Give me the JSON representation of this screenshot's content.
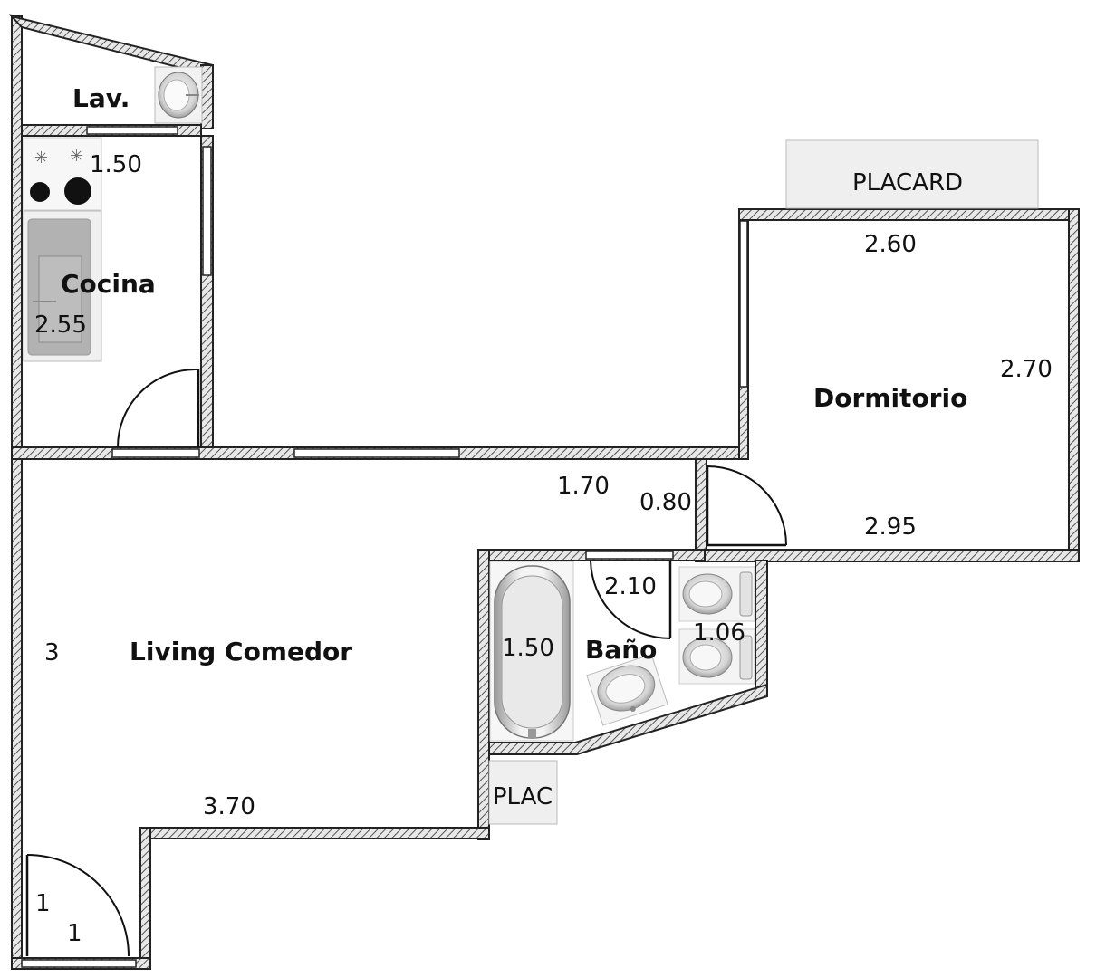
{
  "rooms": {
    "lavadero": "Lav.",
    "cocina": "Cocina",
    "dormitorio": "Dormitorio",
    "living": "Living Comedor",
    "bano": "Baño"
  },
  "closets": {
    "placard": "PLACARD",
    "plac": "PLAC"
  },
  "dimensions": {
    "cocina_width": "1.50",
    "cocina_length": "2.55",
    "dorm_top": "2.60",
    "dorm_side": "2.70",
    "dorm_bottom": "2.95",
    "hall_width": "1.70",
    "hall_door": "0.80",
    "bano_width": "2.10",
    "bano_tub": "1.50",
    "bano_side": "1.06",
    "living_side": "3",
    "living_bottom": "3.70",
    "entry_side": "1",
    "entry_bottom": "1"
  }
}
